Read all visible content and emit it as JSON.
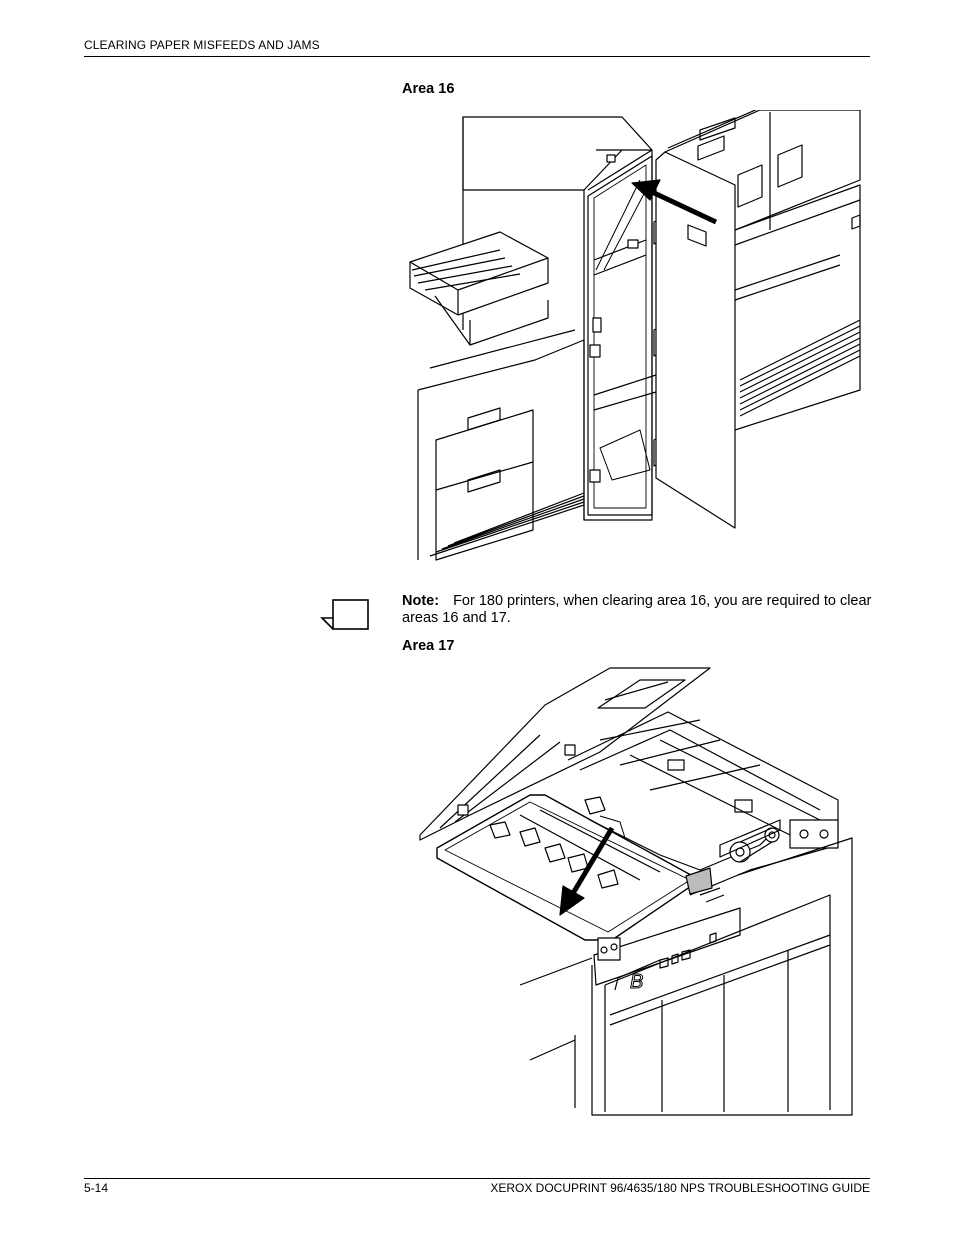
{
  "header": {
    "section_title": "CLEARING PAPER MISFEEDS AND JAMS"
  },
  "figures": [
    {
      "heading": "Area 16"
    },
    {
      "heading": "Area 17",
      "panel_letter": "B"
    }
  ],
  "note": {
    "label": "Note:",
    "text": "For 180 printers, when clearing area 16, you are required to clear areas 16 and 17."
  },
  "footer": {
    "page_number": "5-14",
    "doc_title": "XEROX DOCUPRINT 96/4635/180 NPS TROUBLESHOOTING GUIDE"
  }
}
